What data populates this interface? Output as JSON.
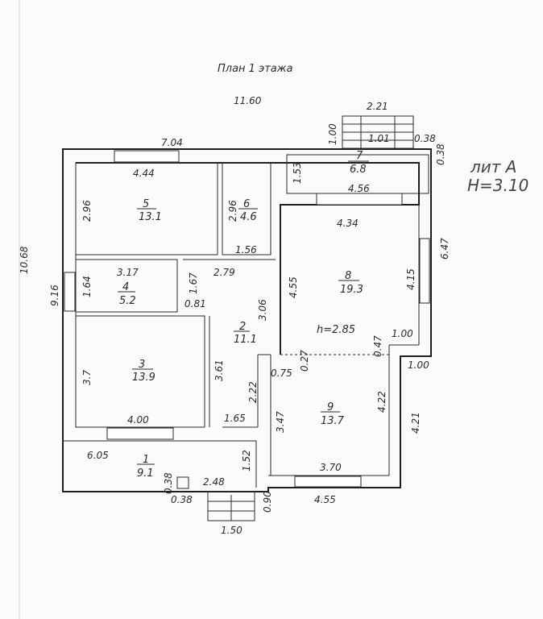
{
  "title": "План 1 этажа",
  "lit": "лит А",
  "height_label": "H=3.10",
  "room_height": "h=2.85",
  "rooms": [
    {
      "num": "1",
      "area": "9.1"
    },
    {
      "num": "2",
      "area": "11.1"
    },
    {
      "num": "3",
      "area": "13.9"
    },
    {
      "num": "4",
      "area": "5.2"
    },
    {
      "num": "5",
      "area": "13.1"
    },
    {
      "num": "6",
      "area": "4.6"
    },
    {
      "num": "7",
      "area": "6.8"
    },
    {
      "num": "8",
      "area": "19.3"
    },
    {
      "num": "9",
      "area": "13.7"
    }
  ],
  "dims": {
    "d_11_60": "11.60",
    "d_7_04": "7.04",
    "d_2_21": "2.21",
    "d_1_00_top": "1.00",
    "d_1_01": "1.01",
    "d_0_38_a": "0.38",
    "d_0_38_b": "0.38",
    "d_4_44": "4.44",
    "d_1_53": "1.53",
    "d_4_56": "4.56",
    "d_2_96_a": "2.96",
    "d_2_96_b": "2.96",
    "d_4_34": "4.34",
    "d_6_47": "6.47",
    "d_10_68": "10.68",
    "d_1_56": "1.56",
    "d_3_17": "3.17",
    "d_2_79": "2.79",
    "d_4_55_v": "4.55",
    "d_4_15": "4.15",
    "d_9_16": "9.16",
    "d_1_64": "1.64",
    "d_1_67": "1.67",
    "d_0_81": "0.81",
    "d_3_06": "3.06",
    "d_1_00_a": "1.00",
    "d_0_27": "0.27",
    "d_0_47": "0.47",
    "d_1_00_b": "1.00",
    "d_3_7": "3.7",
    "d_3_61": "3.61",
    "d_0_75": "0.75",
    "d_2_22": "2.22",
    "d_3_47": "3.47",
    "d_4_22": "4.22",
    "d_4_21": "4.21",
    "d_4_00": "4.00",
    "d_1_65": "1.65",
    "d_6_05": "6.05",
    "d_1_52": "1.52",
    "d_3_70": "3.70",
    "d_0_38_c": "0.38",
    "d_2_48": "2.48",
    "d_0_38_d": "0.38",
    "d_0_90": "0.90",
    "d_4_55_h": "4.55",
    "d_1_50": "1.50"
  }
}
